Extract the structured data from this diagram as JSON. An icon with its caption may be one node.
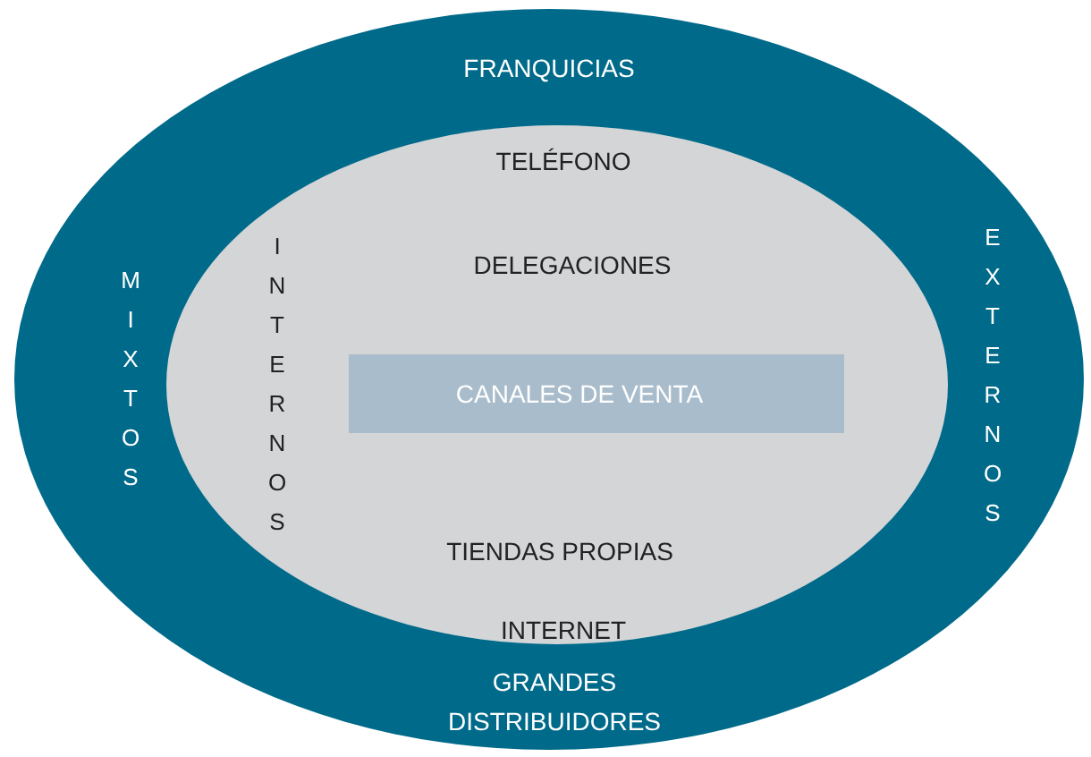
{
  "diagram": {
    "nodes": [
      {
        "text": [
          "FRANQUICIAS",
          "MIXTOS",
          "EXTERNOS",
          "GRANDES DISTRIBUIDORES"
        ]
      },
      {
        "text": [
          "TELÉFONO",
          "INTERNOS",
          "DELEGACIONES",
          "TIENDAS PROPIAS",
          "INTERNET"
        ],
        "in": 0
      },
      {
        "text": [
          "CANALES DE VENTA"
        ],
        "in": 1
      }
    ]
  }
}
